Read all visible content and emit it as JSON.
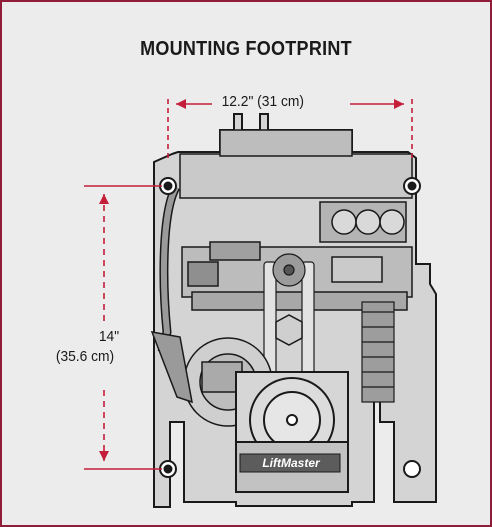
{
  "title": "MOUNTING FOOTPRINT",
  "dimensions": {
    "width_label": "12.2\" (31 cm)",
    "height_label_line1": "14\"",
    "height_label_line2": "(35.6 cm)"
  },
  "brand_label": "LiftMaster",
  "colors": {
    "border": "#8f1d3a",
    "background": "#ececec",
    "motor_body": "#d6d6d6",
    "outline": "#1a1a1a"
  }
}
